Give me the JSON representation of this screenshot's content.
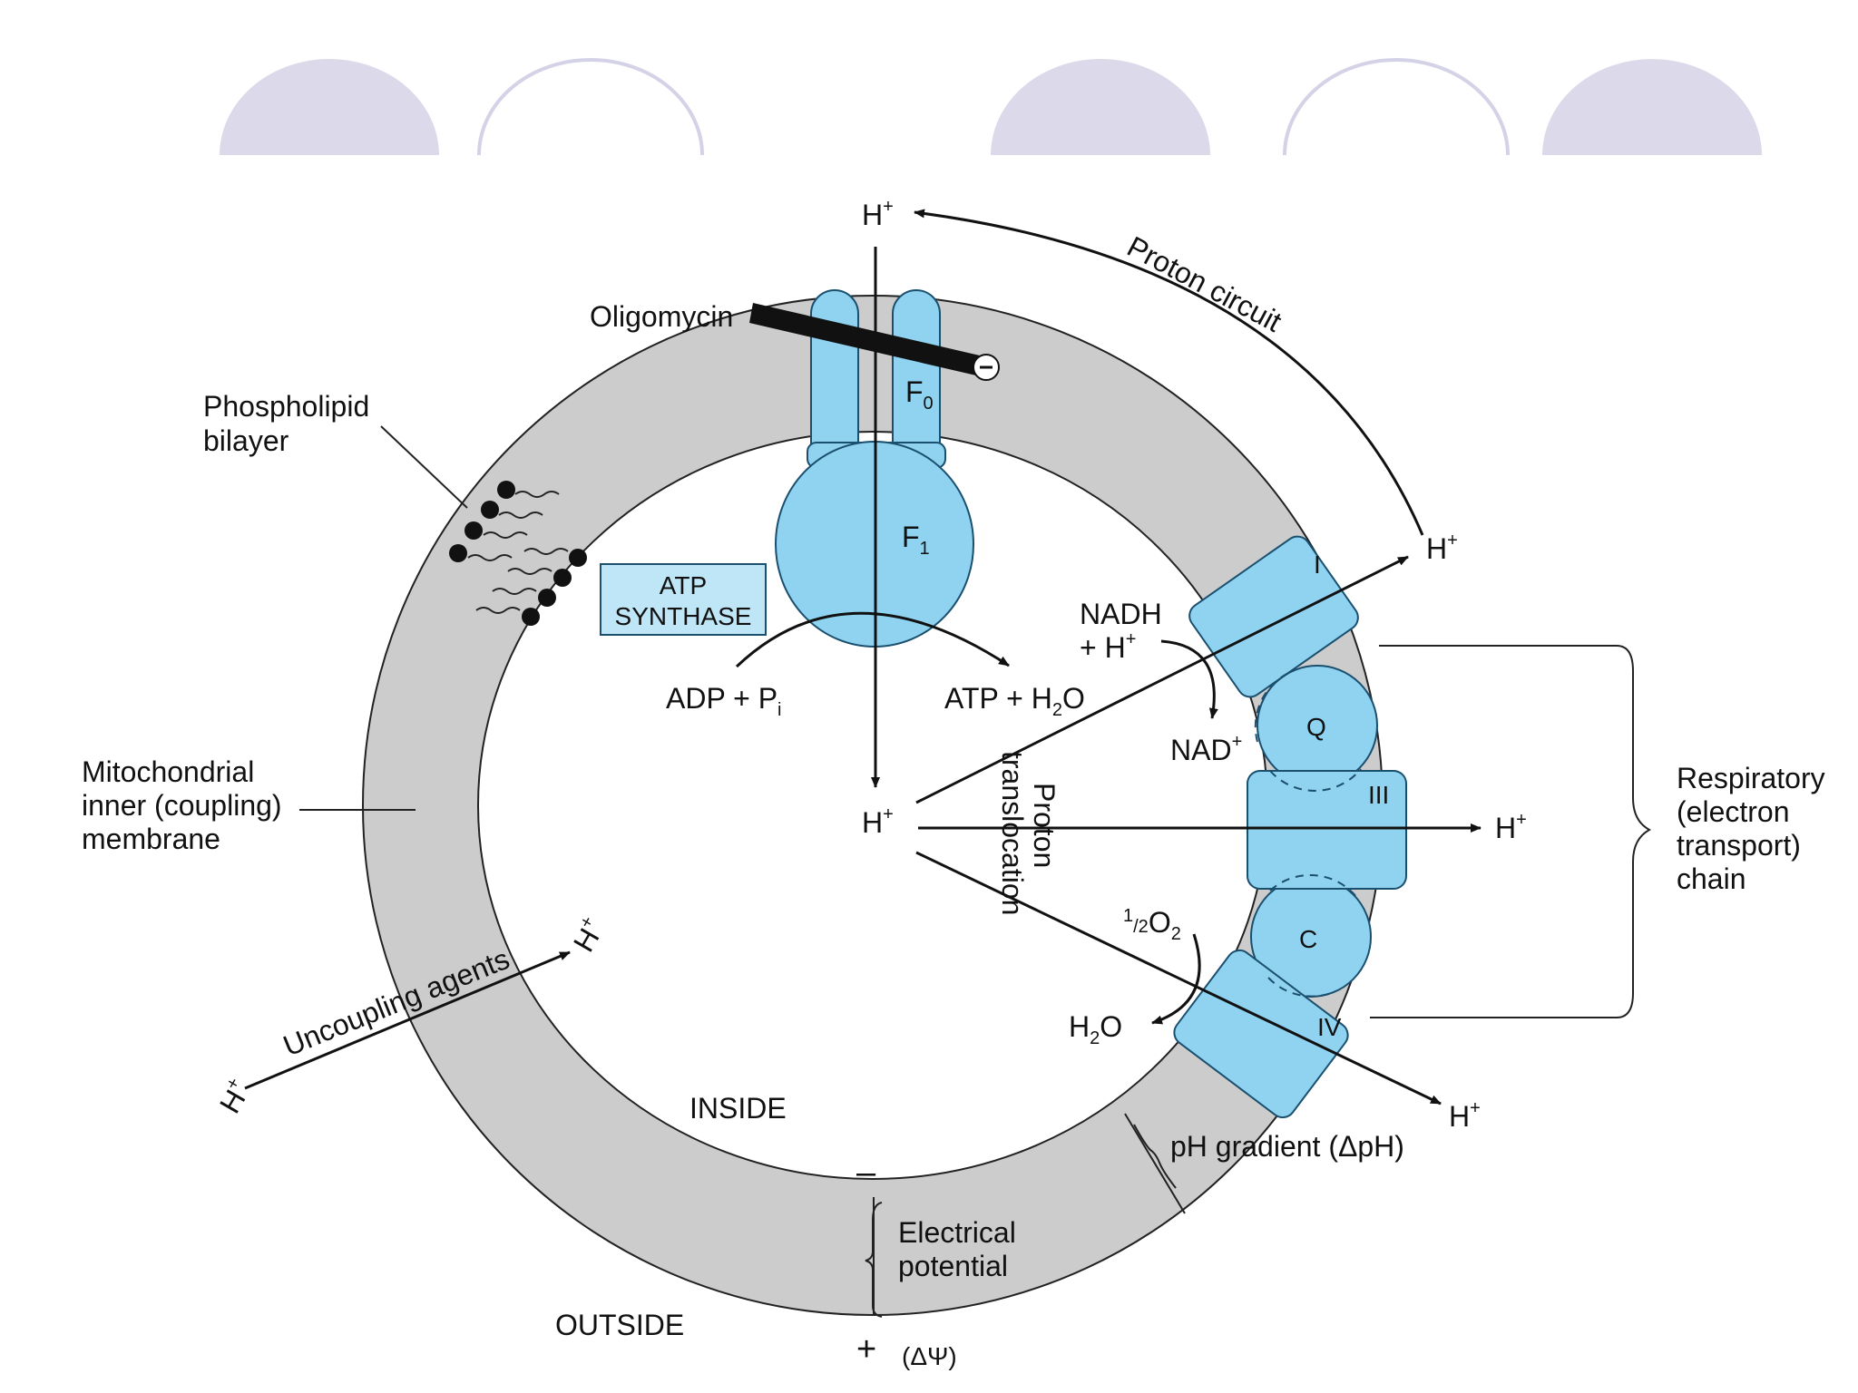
{
  "labels": {
    "phospholipid_1": "Phospholipid",
    "phospholipid_2": "bilayer",
    "oligomycin": "Oligomycin",
    "f0": "F",
    "f0_sub": "0",
    "f1": "F",
    "f1_sub": "1",
    "atp_synthase_1": "ATP",
    "atp_synthase_2": "SYNTHASE",
    "adp": "ADP + P",
    "adp_sub": "i",
    "atp": "ATP + H",
    "atp_sub": "2",
    "atp_end": "O",
    "proton_circuit": "Proton circuit",
    "h": "H",
    "plus": "+",
    "nadh_1": "NADH",
    "nadh_2": "+ H",
    "nad": "NAD",
    "complex_I": "I",
    "complex_Q": "Q",
    "complex_III": "III",
    "complex_C": "C",
    "complex_IV": "IV",
    "half": "1",
    "half_den": "/2",
    "o2": "O",
    "o2_sub": "2",
    "h2o": "H",
    "h2o_sub": "2",
    "h2o_end": "O",
    "proton_translocation_1": "Proton",
    "proton_translocation_2": "translocation",
    "respiratory_1": "Respiratory",
    "respiratory_2": "(electron",
    "respiratory_3": "transport)",
    "respiratory_4": "chain",
    "mito_1": "Mitochondrial",
    "mito_2": "inner (coupling)",
    "mito_3": "membrane",
    "uncoupling": "Uncoupling agents",
    "inside": "INSIDE",
    "outside": "OUTSIDE",
    "minus": "–",
    "plus_sign": "+",
    "delta_psi": "(ΔΨ)",
    "electrical_1": "Electrical",
    "electrical_2": "potential",
    "ph_gradient": "pH gradient (ΔpH)"
  },
  "colors": {
    "membrane": "#cccccc",
    "protein": "#8fd3f0",
    "protein_stroke": "#1a4f6e",
    "atp_box": "#bfe6f7",
    "header_circle": "#dcdaea",
    "header_circle_stroke": "#cfcde3"
  }
}
